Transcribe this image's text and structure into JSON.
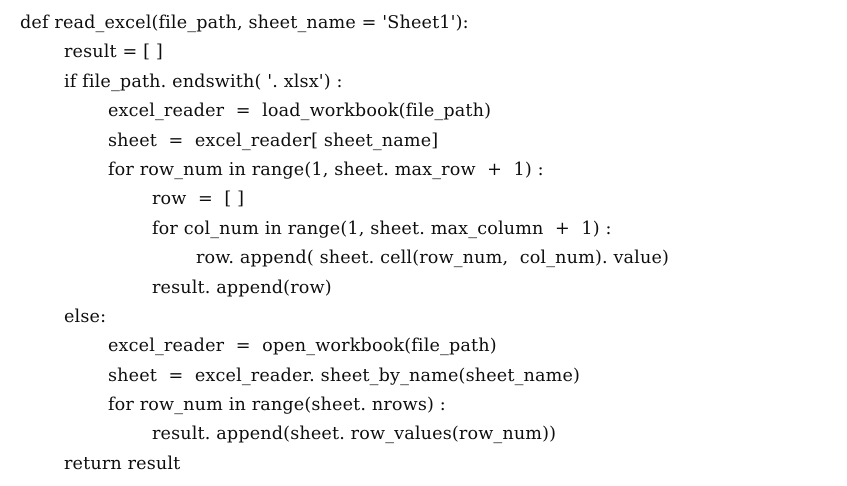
{
  "document": {
    "kind": "code-listing",
    "language": "Python",
    "background_color": "#ffffff",
    "text_color": "#0d0d0d",
    "lines": [
      {
        "indent": 0,
        "text": "def read_excel(file_path, sheet_name = 'Sheet1'):"
      },
      {
        "indent": 1,
        "text": "result = [ ]"
      },
      {
        "indent": 1,
        "text": "if file_path. endswith( '. xlsx') :"
      },
      {
        "indent": 2,
        "text": "excel_reader  =  load_workbook(file_path)"
      },
      {
        "indent": 2,
        "text": "sheet  =  excel_reader[ sheet_name]"
      },
      {
        "indent": 2,
        "text": "for row_num in range(1, sheet. max_row  +  1) :"
      },
      {
        "indent": 3,
        "text": "row  =  [ ]"
      },
      {
        "indent": 3,
        "text": "for col_num in range(1, sheet. max_column  +  1) :"
      },
      {
        "indent": 4,
        "text": "row. append( sheet. cell(row_num,  col_num). value)"
      },
      {
        "indent": 3,
        "text": "result. append(row)"
      },
      {
        "indent": 1,
        "text": "else:"
      },
      {
        "indent": 2,
        "text": "excel_reader  =  open_workbook(file_path)"
      },
      {
        "indent": 2,
        "text": "sheet  =  excel_reader. sheet_by_name(sheet_name)"
      },
      {
        "indent": 2,
        "text": "for row_num in range(sheet. nrows) :"
      },
      {
        "indent": 3,
        "text": "result. append(sheet. row_values(row_num))"
      },
      {
        "indent": 1,
        "text": "return result"
      }
    ]
  }
}
